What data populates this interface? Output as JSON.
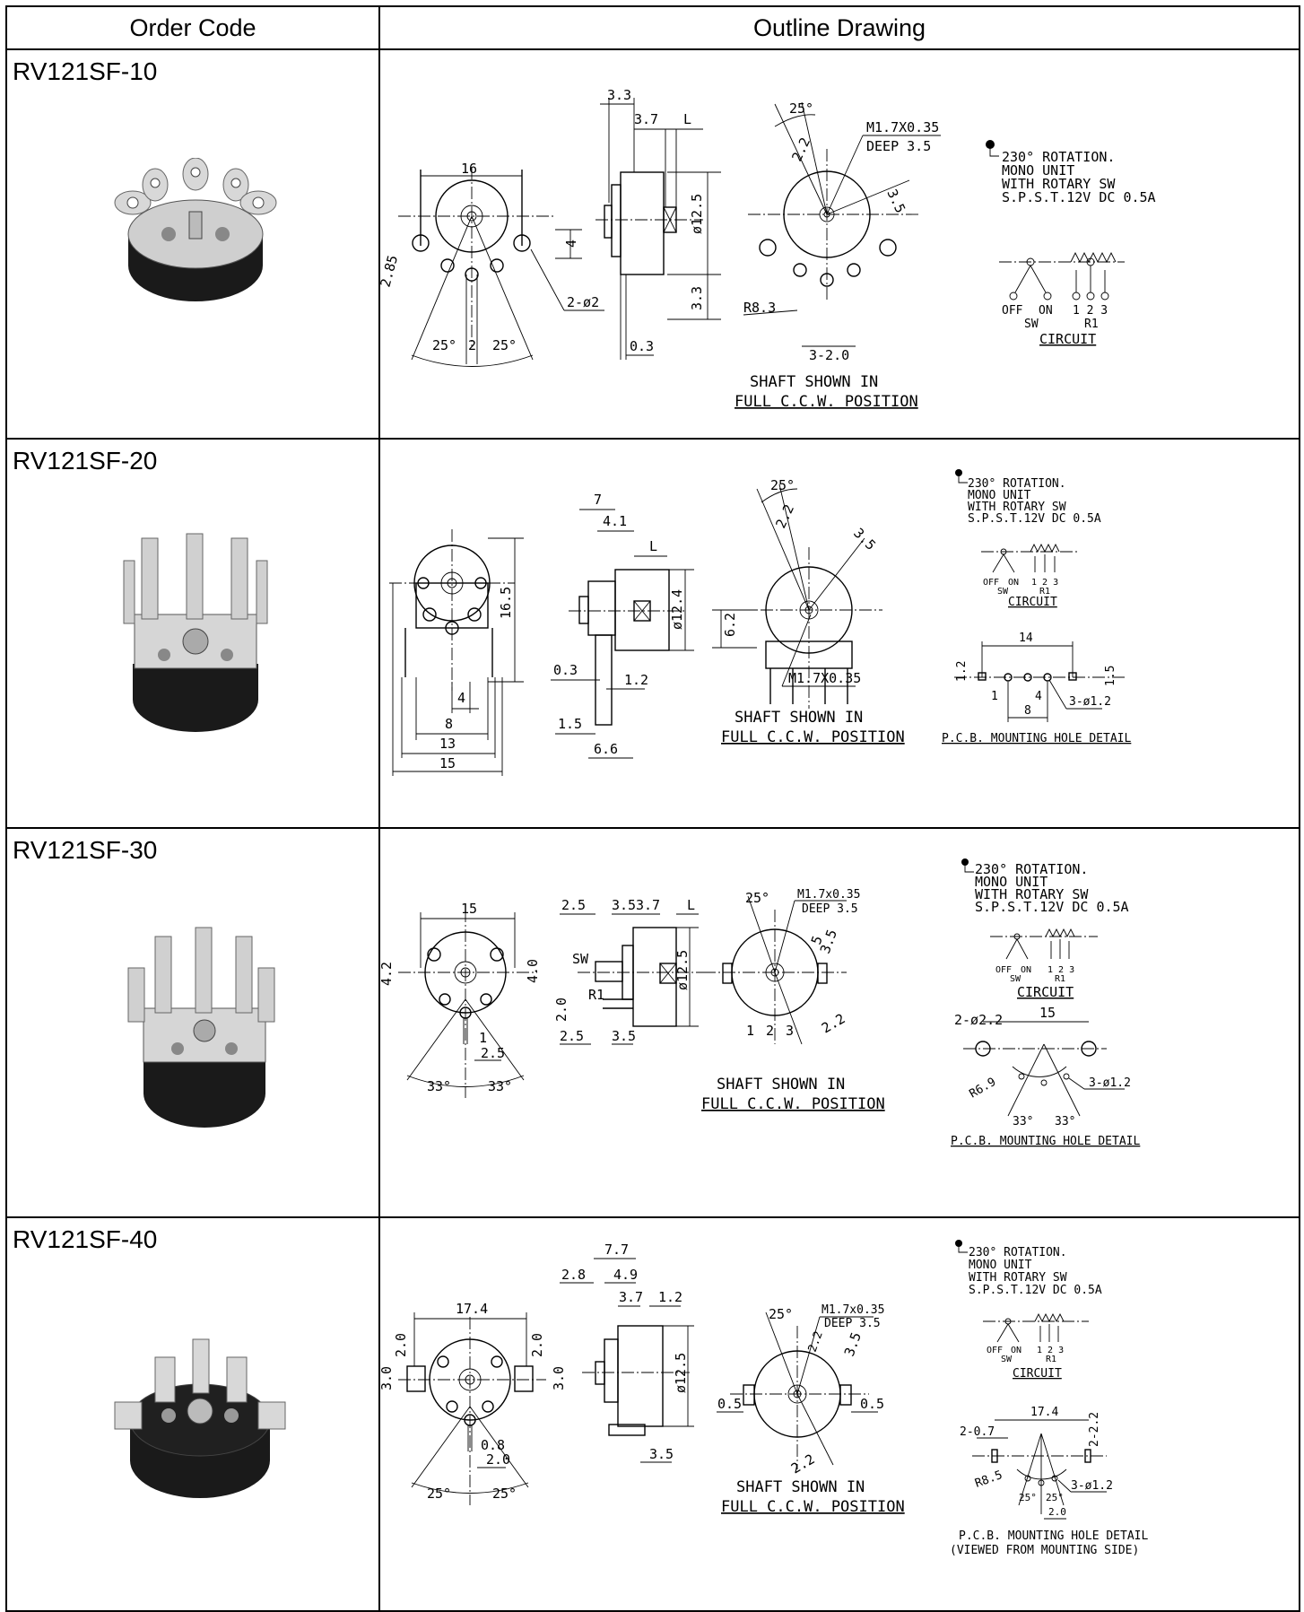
{
  "table": {
    "header_order_code": "Order Code",
    "header_outline": "Outline Drawing"
  },
  "rows": [
    {
      "code": "RV121SF-10",
      "dims_front": [
        "16",
        "4",
        "2.85",
        "2-ø2",
        "25°",
        "2",
        "25°"
      ],
      "dims_side": [
        "3.3",
        "3.7",
        "L",
        "ø12.5",
        "3.3",
        "0.3"
      ],
      "dims_rear": [
        "25°",
        "2.2",
        "M1.7X0.35",
        "DEEP 3.5",
        "3.5",
        "R8.3",
        "3-2.0"
      ],
      "shaft_note": [
        "SHAFT SHOWN IN",
        "FULL C.C.W. POSITION"
      ],
      "notes": [
        "230° ROTATION.",
        "MONO UNIT",
        "WITH ROTARY SW",
        "S.P.S.T.12V DC 0.5A"
      ],
      "circuit": {
        "off": "OFF",
        "on": "ON",
        "sw": "SW",
        "pins": "1 2 3",
        "r1": "R1",
        "label": "CIRCUIT"
      }
    },
    {
      "code": "RV121SF-20",
      "dims_front": [
        "16.5",
        "4",
        "8",
        "13",
        "15"
      ],
      "dims_side": [
        "7",
        "4.1",
        "L",
        "ø12.4",
        "0.3",
        "1.2",
        "1.5",
        "6.6"
      ],
      "dims_rear": [
        "25°",
        "2.2",
        "3.5",
        "6.2",
        "M1.7X0.35"
      ],
      "shaft_note": [
        "SHAFT SHOWN IN",
        "FULL C.C.W. POSITION"
      ],
      "notes": [
        "230° ROTATION.",
        "MONO UNIT",
        "WITH ROTARY SW",
        "S.P.S.T.12V DC 0.5A"
      ],
      "circuit": {
        "off": "OFF",
        "on": "ON",
        "sw": "SW",
        "pins": "1 2 3",
        "r1": "R1",
        "label": "CIRCUIT"
      },
      "pcb": [
        "14",
        "1.2",
        "1.5",
        "1",
        "4",
        "8",
        "3-ø1.2"
      ],
      "pcb_label": "P.C.B. MOUNTING HOLE DETAIL"
    },
    {
      "code": "RV121SF-30",
      "dims_front": [
        "15",
        "4.2",
        "4.0",
        "1",
        "2.5",
        "33°",
        "33°"
      ],
      "dims_side": [
        "2.5",
        "3.5",
        "3.7",
        "L",
        "SW",
        "ø12.5",
        "2.0",
        "R1",
        "2.5",
        "3.5"
      ],
      "dims_rear": [
        "25°",
        "M1.7x0.35",
        "DEEP 3.5",
        "3.5",
        "5",
        "1",
        "2",
        "3",
        "2.2"
      ],
      "shaft_note": [
        "SHAFT SHOWN IN",
        "FULL C.C.W. POSITION"
      ],
      "notes": [
        "230° ROTATION.",
        "MONO UNIT",
        "WITH ROTARY SW",
        "S.P.S.T.12V DC 0.5A"
      ],
      "circuit": {
        "off": "OFF",
        "on": "ON",
        "sw": "SW",
        "pins": "1 2 3",
        "r1": "R1",
        "label": "CIRCUIT"
      },
      "pcb": [
        "2-ø2.2",
        "15",
        "R6.9",
        "3-ø1.2",
        "33°",
        "33°"
      ],
      "pcb_label": "P.C.B. MOUNTING HOLE DETAIL"
    },
    {
      "code": "RV121SF-40",
      "dims_front": [
        "17.4",
        "2.0",
        "2.0",
        "3.0",
        "3.0",
        "0.8",
        "2.0",
        "25°",
        "25°"
      ],
      "dims_side": [
        "7.7",
        "2.8",
        "4.9",
        "3.7",
        "1.2",
        "ø12.5",
        "3.5"
      ],
      "dims_rear": [
        "25°",
        "M1.7x0.35",
        "DEEP 3.5",
        "2.2",
        "3.5",
        "0.5",
        "0.5",
        "2.2"
      ],
      "shaft_note": [
        "SHAFT SHOWN IN",
        "FULL C.C.W. POSITION"
      ],
      "notes": [
        "230° ROTATION.",
        "MONO UNIT",
        "WITH ROTARY SW",
        "S.P.S.T.12V DC 0.5A"
      ],
      "circuit": {
        "off": "OFF",
        "on": "ON",
        "sw": "SW",
        "pins": "1 2 3",
        "r1": "R1",
        "label": "CIRCUIT"
      },
      "pcb": [
        "17.4",
        "2-0.7",
        "2-2.2",
        "R8.5",
        "25°",
        "25°",
        "3-ø1.2",
        "2.0"
      ],
      "pcb_label": "P.C.B. MOUNTING HOLE DETAIL",
      "pcb_sub": "(VIEWED FROM MOUNTING SIDE)"
    }
  ]
}
